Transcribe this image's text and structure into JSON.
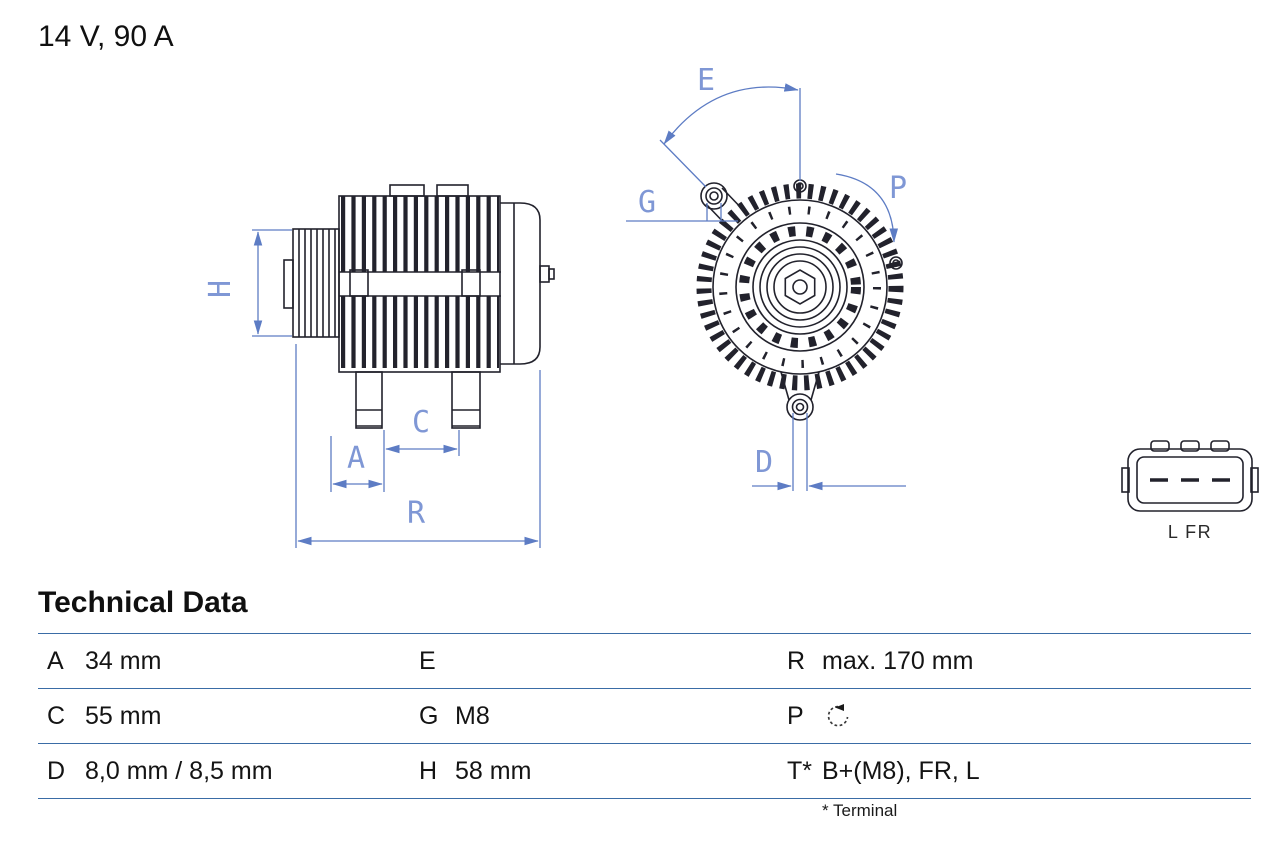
{
  "header": {
    "rating": "14 V, 90 A"
  },
  "diagram": {
    "dimension_labels": {
      "H": "H",
      "A": "A",
      "C": "C",
      "R": "R",
      "E": "E",
      "G": "G",
      "P": "P",
      "D": "D"
    },
    "connector_label": "L FR",
    "colors": {
      "dimension_blue": "#5d7cc4",
      "drawing_dark": "#22222c"
    }
  },
  "technical_data": {
    "title": "Technical Data",
    "border_color": "#3a6ca6",
    "rows": [
      {
        "label1": "A",
        "value1": "34 mm",
        "label2": "E",
        "value2": "",
        "label3": "R",
        "value3": "max. 170 mm"
      },
      {
        "label1": "C",
        "value1": "55 mm",
        "label2": "G",
        "value2": "M8",
        "label3": "P",
        "value3": "",
        "value3_icon": "rotation-direction"
      },
      {
        "label1": "D",
        "value1": "8,0 mm / 8,5 mm",
        "label2": "H",
        "value2": "58 mm",
        "label3": "T*",
        "value3": "B+(M8), FR, L"
      }
    ],
    "footnote": "* Terminal"
  }
}
